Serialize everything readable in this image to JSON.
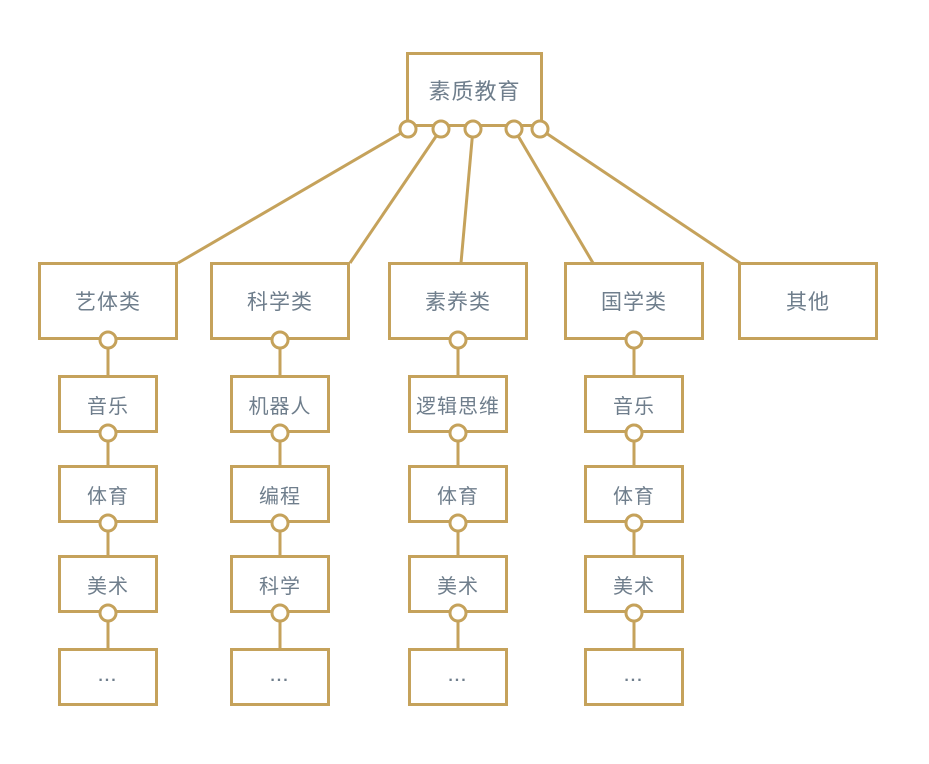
{
  "diagram": {
    "root": {
      "label": "素质教育"
    },
    "columns": [
      {
        "label": "艺体类",
        "children": [
          "音乐",
          "体育",
          "美术",
          "..."
        ]
      },
      {
        "label": "科学类",
        "children": [
          "机器人",
          "编程",
          "科学",
          "..."
        ]
      },
      {
        "label": "素养类",
        "children": [
          "逻辑思维",
          "体育",
          "美术",
          "..."
        ]
      },
      {
        "label": "国学类",
        "children": [
          "音乐",
          "体育",
          "美术",
          "..."
        ]
      },
      {
        "label": "其他",
        "children": []
      }
    ],
    "colors": {
      "line": "#c5a25b",
      "text": "#6f7e8c",
      "node_fill": "#ffffff",
      "background": "#ffffff"
    }
  }
}
